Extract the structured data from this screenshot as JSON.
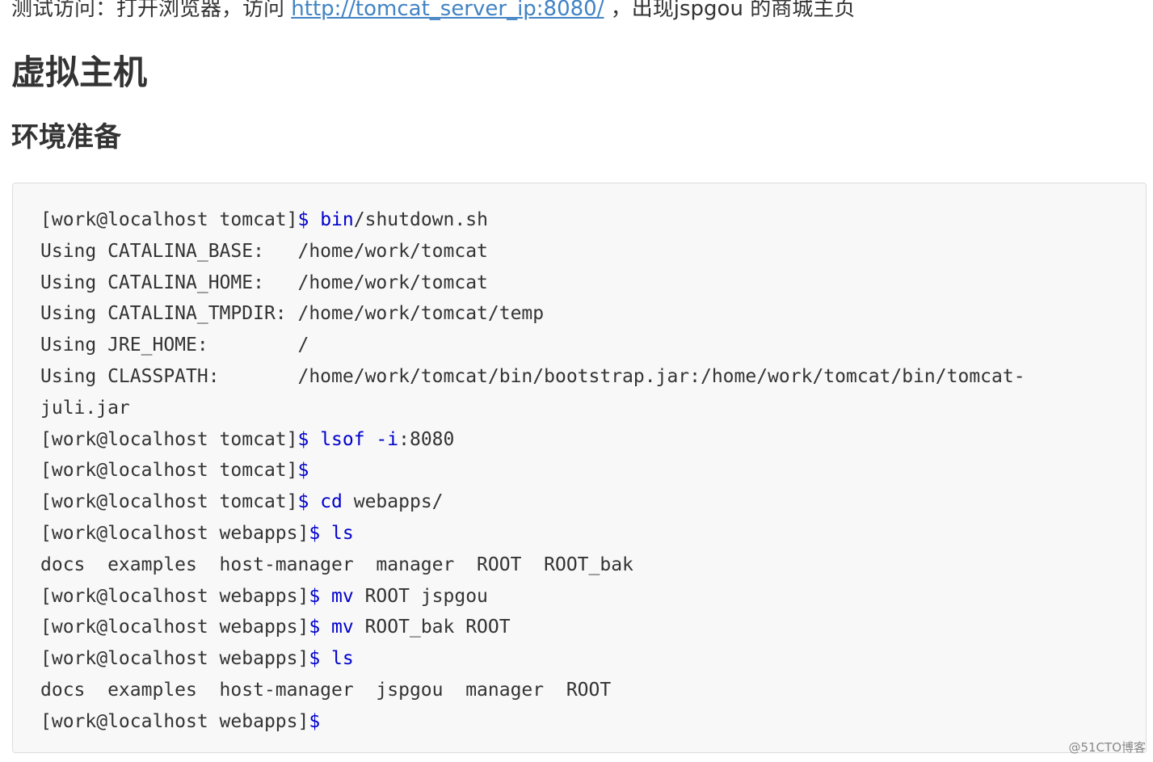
{
  "intro": {
    "before": "测试访问：打开浏览器，访问 ",
    "link": "http://tomcat_server_ip:8080/",
    "after": " ，出现jspgou 的商城主页"
  },
  "heading1": "虚拟主机",
  "heading2": "环境准备",
  "code": {
    "lines": [
      [
        {
          "t": "[work@localhost tomcat]"
        },
        {
          "t": "$ bin",
          "k": true
        },
        {
          "t": "/shutdown.sh"
        }
      ],
      [
        {
          "t": "Using CATALINA_BASE:   /home/work/tomcat"
        }
      ],
      [
        {
          "t": "Using CATALINA_HOME:   /home/work/tomcat"
        }
      ],
      [
        {
          "t": "Using CATALINA_TMPDIR: /home/work/tomcat/temp"
        }
      ],
      [
        {
          "t": "Using JRE_HOME:        /"
        }
      ],
      [
        {
          "t": "Using CLASSPATH:       /home/work/tomcat/bin/bootstrap.jar:/home/work/tomcat/bin/tomcat-"
        }
      ],
      [
        {
          "t": "juli.jar"
        }
      ],
      [
        {
          "t": "[work@localhost tomcat]"
        },
        {
          "t": "$ lsof -i",
          "k": true
        },
        {
          "t": ":8080"
        }
      ],
      [
        {
          "t": "[work@localhost tomcat]"
        },
        {
          "t": "$",
          "k": true
        }
      ],
      [
        {
          "t": "[work@localhost tomcat]"
        },
        {
          "t": "$ cd",
          "k": true
        },
        {
          "t": " webapps/"
        }
      ],
      [
        {
          "t": "[work@localhost webapps]"
        },
        {
          "t": "$ ls",
          "k": true
        }
      ],
      [
        {
          "t": "docs  examples  host-manager  manager  ROOT  ROOT_bak"
        }
      ],
      [
        {
          "t": "[work@localhost webapps]"
        },
        {
          "t": "$ mv",
          "k": true
        },
        {
          "t": " ROOT jspgou"
        }
      ],
      [
        {
          "t": "[work@localhost webapps]"
        },
        {
          "t": "$ mv",
          "k": true
        },
        {
          "t": " ROOT_bak ROOT"
        }
      ],
      [
        {
          "t": "[work@localhost webapps]"
        },
        {
          "t": "$ ls",
          "k": true
        }
      ],
      [
        {
          "t": "docs  examples  host-manager  jspgou  manager  ROOT"
        }
      ],
      [
        {
          "t": "[work@localhost webapps]"
        },
        {
          "t": "$",
          "k": true
        }
      ]
    ]
  },
  "watermark": "@51CTO博客",
  "colors": {
    "link": "#4183c4",
    "keyword": "#0000cc",
    "code_bg": "#f8f8f8",
    "code_border": "#dddddd"
  }
}
